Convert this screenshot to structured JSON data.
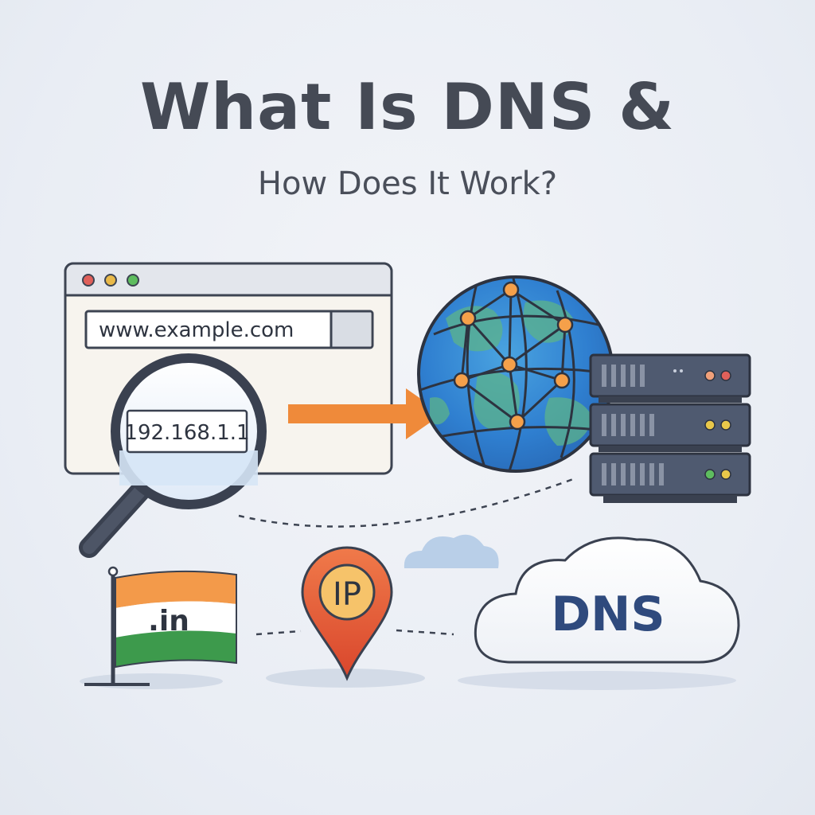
{
  "header": {
    "title": "What Is DNS &",
    "subtitle": "How Does It Work?"
  },
  "browser": {
    "url": "www.example.com",
    "window_dots": [
      "#e0605a",
      "#e9b949",
      "#5ebd5f"
    ]
  },
  "magnifier": {
    "ip_text": "192.168.1.1"
  },
  "flag": {
    "label": ".in",
    "colors": [
      "#f39a4a",
      "#ffffff",
      "#3d9a4c"
    ]
  },
  "pin": {
    "label": "IP"
  },
  "cloud": {
    "label": "DNS"
  },
  "colors": {
    "arrow": "#ef8a3a",
    "outline": "#3a4150",
    "dns_text": "#2f4a7d",
    "server": "#4f5a70"
  }
}
